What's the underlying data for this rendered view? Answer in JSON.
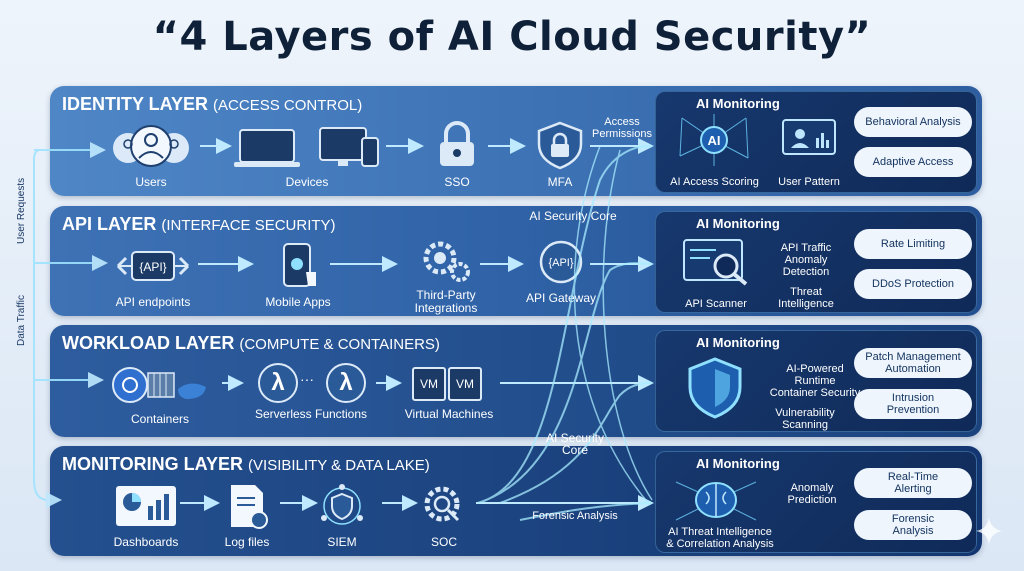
{
  "title": "“4 Layers of AI Cloud Security”",
  "side_labels": {
    "user_requests": "User Requests",
    "data_traffic": "Data Traffic"
  },
  "core_labels": {
    "core_top": "AI Security Core",
    "core_mid": "AI Security\nCore",
    "access_permissions": "Access\nPermissions",
    "forensic": "Forensic Analysis"
  },
  "layers": [
    {
      "title": "IDENTITY LAYER",
      "subtitle": "(ACCESS CONTROL)",
      "nodes": [
        "Users",
        "Devices",
        "SSO",
        "MFA"
      ],
      "monitor": {
        "title": "AI Monitoring",
        "items": [
          "AI Access Scoring",
          "User Pattern"
        ],
        "pills": [
          "Behavioral Analysis",
          "Adaptive Access"
        ],
        "core_glyph": "AI"
      }
    },
    {
      "title": "API LAYER",
      "subtitle": "(INTERFACE SECURITY)",
      "nodes": [
        "API endpoints",
        "Mobile Apps",
        "Third-Party\nIntegrations",
        "API Gateway"
      ],
      "monitor": {
        "title": "AI Monitoring",
        "items": [
          "API Scanner",
          "API Traffic\nAnomaly\nDetection",
          "Threat\nIntelligence"
        ],
        "pills": [
          "Rate Limiting",
          "DDoS Protection"
        ]
      }
    },
    {
      "title": "WORKLOAD LAYER",
      "subtitle": "(COMPUTE & CONTAINERS)",
      "nodes": [
        "Containers",
        "Serverless Functions",
        "Virtual Machines"
      ],
      "monitor": {
        "title": "AI Monitoring",
        "items": [
          "AI-Powered\nRuntime\nContainer Security",
          "Vulnerability\nScanning"
        ],
        "pills": [
          "Patch Management\nAutomation",
          "Intrusion\nPrevention"
        ]
      }
    },
    {
      "title": "MONITORING LAYER",
      "subtitle": "(VISIBILITY & DATA LAKE)",
      "nodes": [
        "Dashboards",
        "Log files",
        "SIEM",
        "SOC"
      ],
      "monitor": {
        "title": "AI Monitoring",
        "items": [
          "Anomaly\nPrediction",
          "AI Threat Intelligence\n& Correlation Analysis"
        ],
        "pills": [
          "Real-Time\nAlerting",
          "Forensic\nAnalysis"
        ]
      }
    }
  ],
  "icon_glyphs": {
    "api": "{API}",
    "lambda": "λ",
    "vm": "VM",
    "dots": "···"
  },
  "colors": {
    "accent": "#7fd4ff",
    "title": "#0f2138",
    "pill_bg": "#eef5fc",
    "pill_text": "#12325e"
  }
}
